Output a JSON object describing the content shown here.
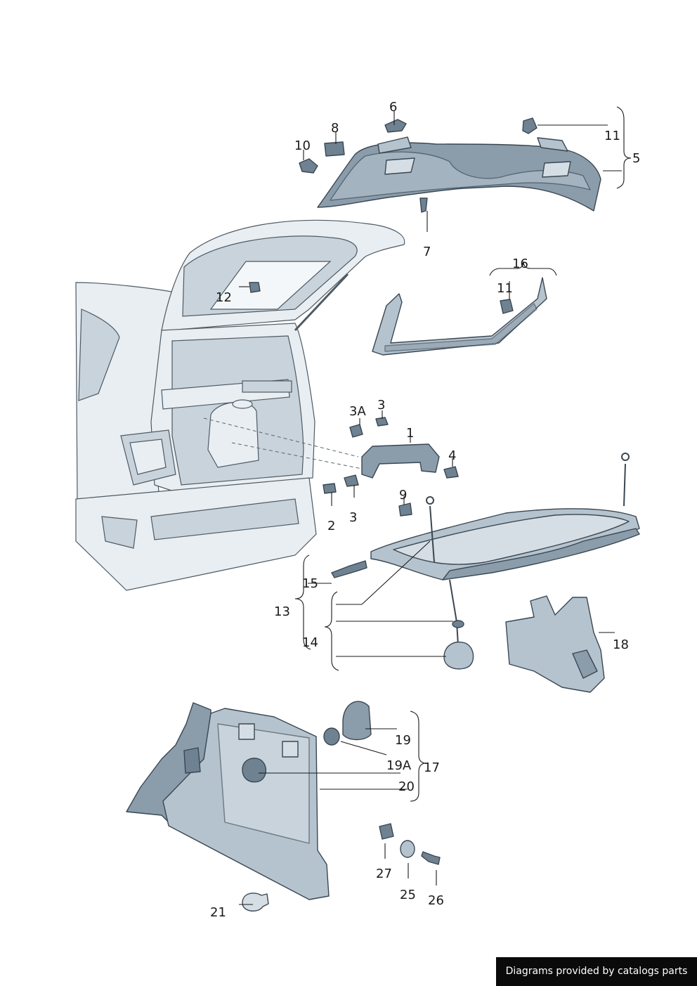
{
  "labels": {
    "l1": "1",
    "l2": "2",
    "l3a": "3",
    "l3b": "3",
    "l3A": "3A",
    "l4": "4",
    "l5": "5",
    "l6": "6",
    "l7": "7",
    "l8": "8",
    "l9": "9",
    "l10": "10",
    "l11a": "11",
    "l11b": "11",
    "l12": "12",
    "l13": "13",
    "l14": "14",
    "l15": "15",
    "l16": "16",
    "l17": "17",
    "l18": "18",
    "l19": "19",
    "l19A": "19A",
    "l20": "20",
    "l21": "21",
    "l25": "25",
    "l26": "26",
    "l27": "27"
  },
  "colors": {
    "part_fill": "#8b9cab",
    "part_light": "#b5c3ce",
    "car_body": "#e9eef2",
    "outline": "#3a4752"
  },
  "footer": {
    "text": "Diagrams provided by catalogs parts"
  }
}
